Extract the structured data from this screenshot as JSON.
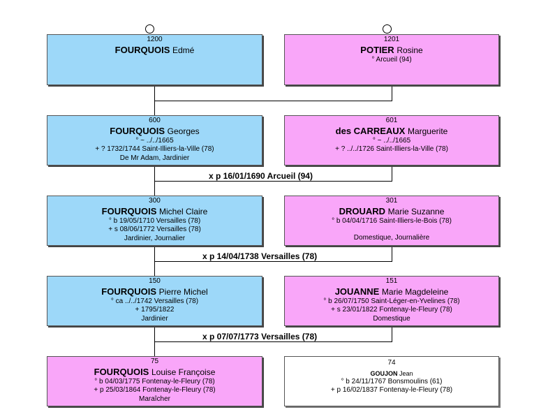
{
  "persons": {
    "p1200": {
      "num": "1200",
      "surname": "FOURQUOIS",
      "given": "Edmé",
      "lines": []
    },
    "p1201": {
      "num": "1201",
      "surname": "POTIER",
      "given": "Rosine",
      "lines": [
        "° Arcueil (94)"
      ]
    },
    "p600": {
      "num": "600",
      "surname": "FOURQUOIS",
      "given": "Georges",
      "lines": [
        "° ~ ../../1665",
        "+ ? 1732/1744 Saint-Illiers-la-Ville (78)",
        "De Mr Adam, Jardinier"
      ]
    },
    "p601": {
      "num": "601",
      "surname": "des CARREAUX",
      "given": "Marguerite",
      "lines": [
        "° ~ ../../1665",
        "+ ? ../../1726 Saint-Illiers-la-Ville (78)"
      ]
    },
    "p300": {
      "num": "300",
      "surname": "FOURQUOIS",
      "given": "Michel Claire",
      "lines": [
        "° b 19/05/1710 Versailles (78)",
        "+ s 08/06/1772 Versailles (78)",
        "Jardinier, Journalier"
      ]
    },
    "p301": {
      "num": "301",
      "surname": "DROUARD",
      "given": "Marie Suzanne",
      "lines": [
        "° b 04/04/1716 Saint-Illiers-le-Bois (78)",
        "Domestique, Journalière"
      ]
    },
    "p150": {
      "num": "150",
      "surname": "FOURQUOIS",
      "given": "Pierre Michel",
      "lines": [
        "° ca ../../1742 Versailles (78)",
        "+ 1795/1822",
        "Jardinier"
      ]
    },
    "p151": {
      "num": "151",
      "surname": "JOUANNE",
      "given": "Marie Magdeleine",
      "lines": [
        "° b 26/07/1750 Saint-Léger-en-Yvelines (78)",
        "+ s 23/01/1822 Fontenay-le-Fleury (78)",
        "Domestique"
      ]
    },
    "p75": {
      "num": "75",
      "surname": "FOURQUOIS",
      "given": "Louise Françoise",
      "lines": [
        "° b 04/03/1775 Fontenay-le-Fleury (78)",
        "+ p 25/03/1864 Fontenay-le-Fleury (78)",
        "Maraîcher"
      ]
    },
    "p74": {
      "num": "74",
      "surname": "GOUJON",
      "given": "Jean",
      "lines": [
        "° b 24/11/1767 Bonsmoulins (61)",
        "+ p 16/02/1837 Fontenay-le-Fleury (78)"
      ]
    }
  },
  "marriages": {
    "m600": "x p 16/01/1690 Arcueil (94)",
    "m300": "x p 14/04/1738 Versailles (78)",
    "m150": "x p 07/07/1773 Versailles (78)"
  },
  "colors": {
    "male": "#9dd8f9",
    "female": "#f9a6f9",
    "spouse": "#ffffff"
  }
}
